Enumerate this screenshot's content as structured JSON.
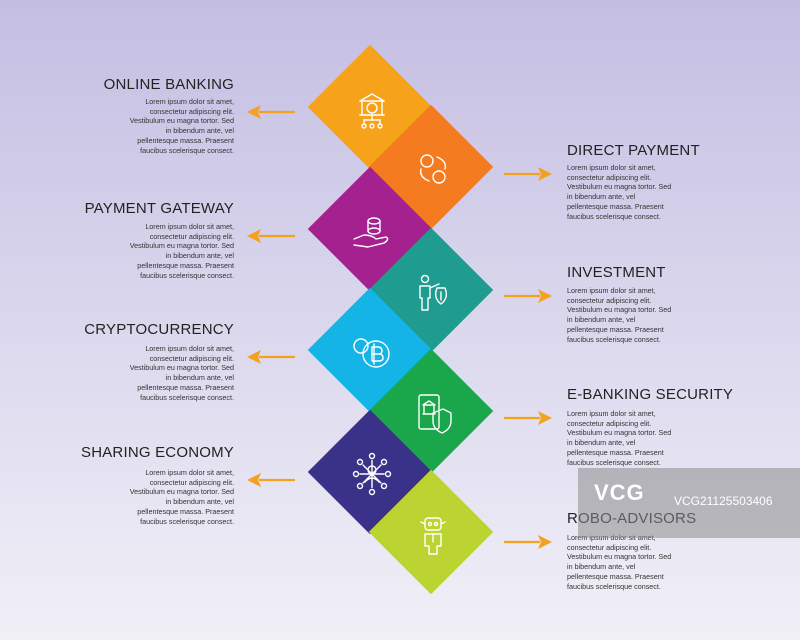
{
  "items": [
    {
      "title": "ONLINE BANKING",
      "side": "left",
      "color": "#f7a21b",
      "icon": "bank-money-network-icon",
      "text": "Lorem ipsum dolor sit amet, consectetur adipiscing elit. Vestibulum eu magna tortor. Sed in bibendum ante, vel pellentesque massa. Praesent faucibus scelerisque consect."
    },
    {
      "title": "DIRECT PAYMENT",
      "side": "right",
      "color": "#f47b20",
      "icon": "coin-exchange-icon",
      "text": "Lorem ipsum dolor sit amet, consectetur adipiscing elit. Vestibulum eu magna tortor. Sed in bibendum ante, vel pellentesque massa. Praesent faucibus scelerisque consect."
    },
    {
      "title": "PAYMENT GATEWAY",
      "side": "left",
      "color": "#a4218f",
      "icon": "hand-coins-icon",
      "text": "Lorem ipsum dolor sit amet, consectetur adipiscing elit. Vestibulum eu magna tortor. Sed in bibendum ante, vel pellentesque massa. Praesent faucibus scelerisque consect."
    },
    {
      "title": "INVESTMENT",
      "side": "right",
      "color": "#1f9b8f",
      "icon": "investor-money-bag-icon",
      "text": "Lorem ipsum dolor sit amet, consectetur adipiscing elit. Vestibulum eu magna tortor. Sed in bibendum ante, vel pellentesque massa. Praesent faucibus scelerisque consect."
    },
    {
      "title": "CRYPTOCURRENCY",
      "side": "left",
      "color": "#14b4e6",
      "icon": "bitcoin-icon",
      "text": "Lorem ipsum dolor sit amet, consectetur adipiscing elit. Vestibulum eu magna tortor. Sed in bibendum ante, vel pellentesque massa. Praesent faucibus scelerisque consect."
    },
    {
      "title": "E-BANKING SECURITY",
      "side": "right",
      "color": "#1aa64a",
      "icon": "phone-bank-shield-icon",
      "text": "Lorem ipsum dolor sit amet, consectetur adipiscing elit. Vestibulum eu magna tortor. Sed in bibendum ante, vel pellentesque massa. Praesent faucibus scelerisque consect."
    },
    {
      "title": "SHARING ECONOMY",
      "side": "left",
      "color": "#3a3188",
      "icon": "network-people-icon",
      "text": "Lorem ipsum dolor sit amet, consectetur adipiscing elit. Vestibulum eu magna tortor. Sed in bibendum ante, vel pellentesque massa. Praesent faucibus scelerisque consect."
    },
    {
      "title": "ROBO-ADVISORS",
      "side": "right",
      "color": "#bcd431",
      "icon": "robot-advisor-icon",
      "text": "Lorem ipsum dolor sit amet, consectetur adipiscing elit. Vestibulum eu magna tortor. Sed in bibendum ante, vel pellentesque massa. Praesent faucibus scelerisque consect."
    }
  ],
  "arrow_color": "#f4a21e",
  "watermark": {
    "logo": "VCG",
    "text": "VCG21125503406"
  }
}
